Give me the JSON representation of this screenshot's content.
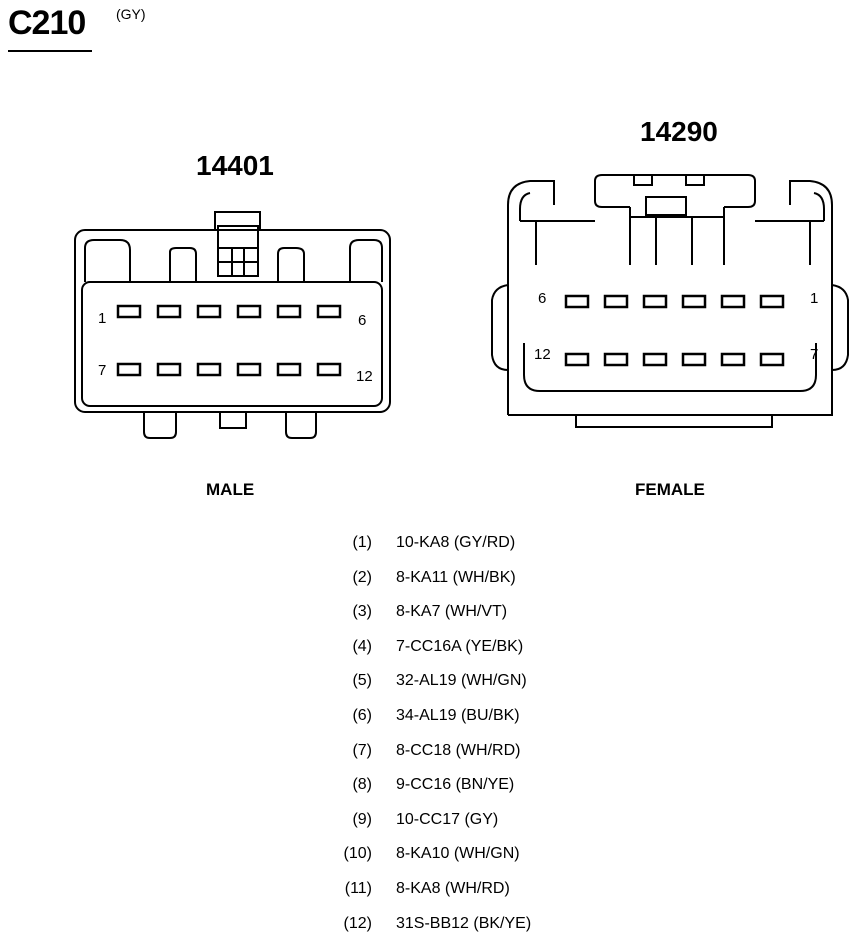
{
  "connector": {
    "id": "C210",
    "color_code": "(GY)"
  },
  "male": {
    "part_number": "14401",
    "label": "MALE",
    "pin_labels": {
      "top_left": "1",
      "top_right": "6",
      "bottom_left": "7",
      "bottom_right": "12"
    }
  },
  "female": {
    "part_number": "14290",
    "label": "FEMALE",
    "pin_labels": {
      "top_left": "6",
      "top_right": "1",
      "bottom_left": "12",
      "bottom_right": "7"
    }
  },
  "wires": [
    {
      "pin": "(1)",
      "circuit": "10-KA8 (GY/RD)"
    },
    {
      "pin": "(2)",
      "circuit": "8-KA11 (WH/BK)"
    },
    {
      "pin": "(3)",
      "circuit": "8-KA7 (WH/VT)"
    },
    {
      "pin": "(4)",
      "circuit": "7-CC16A (YE/BK)"
    },
    {
      "pin": "(5)",
      "circuit": "32-AL19 (WH/GN)"
    },
    {
      "pin": "(6)",
      "circuit": "34-AL19 (BU/BK)"
    },
    {
      "pin": "(7)",
      "circuit": "8-CC18 (WH/RD)"
    },
    {
      "pin": "(8)",
      "circuit": "9-CC16 (BN/YE)"
    },
    {
      "pin": "(9)",
      "circuit": "10-CC17 (GY)"
    },
    {
      "pin": "(10)",
      "circuit": "8-KA10 (WH/GN)"
    },
    {
      "pin": "(11)",
      "circuit": "8-KA8 (WH/RD)"
    },
    {
      "pin": "(12)",
      "circuit": "31S-BB12 (BK/YE)"
    }
  ]
}
